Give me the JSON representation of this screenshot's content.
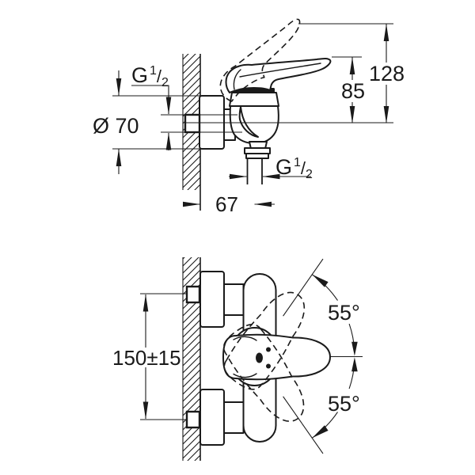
{
  "canvas": {
    "background": "#ffffff",
    "ink": "#1a1a1a"
  },
  "top_view": {
    "inlet_thread": {
      "g": "G",
      "num": "1",
      "slash": "/",
      "den": "2"
    },
    "outlet_thread": {
      "g": "G",
      "num": "1",
      "slash": "/",
      "den": "2"
    },
    "escutcheon_diameter": "Ø 70",
    "overall_height": "128",
    "lever_height": "85",
    "wall_projection": "67"
  },
  "front_view": {
    "connection_distance": "150±15",
    "swivel_angle_up": "55°",
    "swivel_angle_down": "55°"
  }
}
